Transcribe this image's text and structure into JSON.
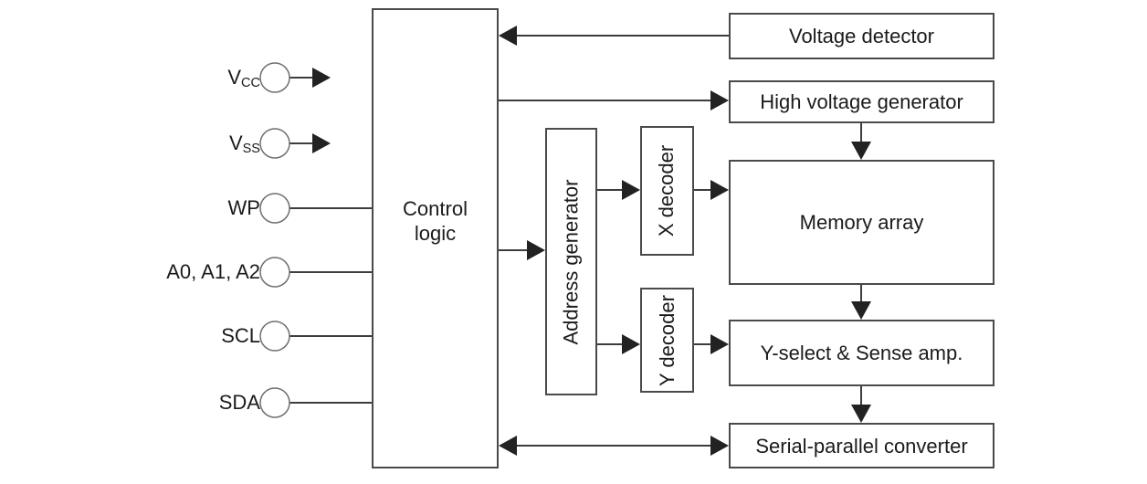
{
  "pins": [
    {
      "name": "VCC",
      "base": "V",
      "sub": "CC"
    },
    {
      "name": "VSS",
      "base": "V",
      "sub": "SS"
    },
    {
      "name": "WP",
      "label": "WP"
    },
    {
      "name": "A0A1A2",
      "label": "A0, A1, A2"
    },
    {
      "name": "SCL",
      "label": "SCL"
    },
    {
      "name": "SDA",
      "label": "SDA"
    }
  ],
  "blocks": {
    "control_logic": {
      "line1": "Control",
      "line2": "logic"
    },
    "address_generator": "Address generator",
    "x_decoder": "X decoder",
    "y_decoder": "Y decoder",
    "voltage_detector": "Voltage detector",
    "high_voltage_generator": "High voltage generator",
    "memory_array": "Memory array",
    "y_select": "Y-select & Sense amp.",
    "serial_parallel": "Serial-parallel converter"
  },
  "connections": [
    {
      "from": "VCC",
      "to": "chip",
      "type": "arrow"
    },
    {
      "from": "VSS",
      "to": "chip",
      "type": "arrow"
    },
    {
      "from": "WP",
      "to": "Control logic",
      "type": "line"
    },
    {
      "from": "A0, A1, A2",
      "to": "Control logic",
      "type": "line"
    },
    {
      "from": "SCL",
      "to": "Control logic",
      "type": "line"
    },
    {
      "from": "SDA",
      "to": "Control logic",
      "type": "line"
    },
    {
      "from": "Voltage detector",
      "to": "Control logic",
      "type": "arrow"
    },
    {
      "from": "Control logic",
      "to": "High voltage generator",
      "type": "arrow"
    },
    {
      "from": "High voltage generator",
      "to": "Memory array",
      "type": "arrow"
    },
    {
      "from": "Control logic",
      "to": "Address generator",
      "type": "arrow"
    },
    {
      "from": "Address generator",
      "to": "X decoder",
      "type": "arrow"
    },
    {
      "from": "X decoder",
      "to": "Memory array",
      "type": "arrow"
    },
    {
      "from": "Address generator",
      "to": "Y decoder",
      "type": "arrow"
    },
    {
      "from": "Y decoder",
      "to": "Y-select & Sense amp.",
      "type": "arrow"
    },
    {
      "from": "Memory array",
      "to": "Y-select & Sense amp.",
      "type": "arrow"
    },
    {
      "from": "Y-select & Sense amp.",
      "to": "Serial-parallel converter",
      "type": "arrow"
    },
    {
      "from": "Control logic",
      "to": "Serial-parallel converter",
      "type": "bidirectional-arrow"
    }
  ],
  "colors": {
    "background": "#ffffff",
    "box_fill": "#ffffff",
    "box_border": "#4a4a4a",
    "line": "#3d3d3d",
    "arrowhead": "#222222",
    "text": "#1b1b1b",
    "pin_circle_stroke": "#6e6e6e"
  }
}
